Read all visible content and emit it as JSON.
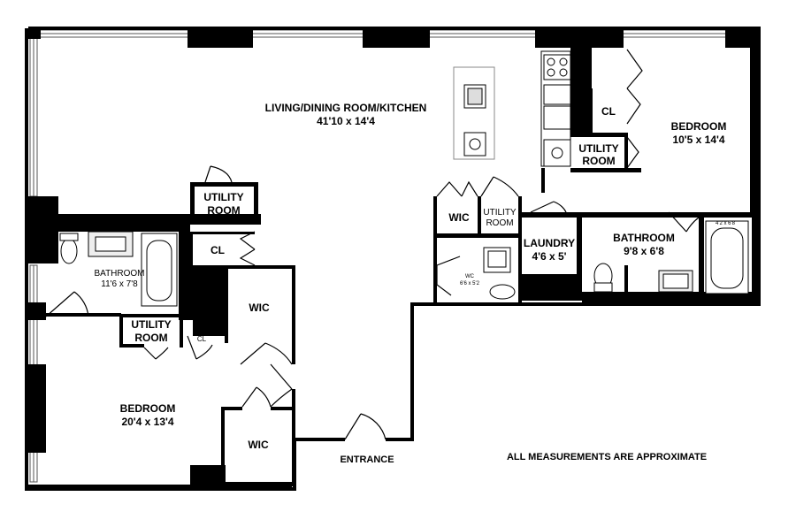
{
  "floorplan": {
    "rooms": {
      "living": {
        "name": "LIVING/DINING ROOM/KITCHEN",
        "dims": "41'10 x 14'4"
      },
      "bedroom_right": {
        "name": "BEDROOM",
        "dims": "10'5 x 14'4"
      },
      "bedroom_left": {
        "name": "BEDROOM",
        "dims": "20'4 x 13'4"
      },
      "bathroom_left": {
        "name": "BATHROOM",
        "dims": "11'6 x 7'8"
      },
      "bathroom_right": {
        "name": "BATHROOM",
        "dims": "9'8 x 6'8",
        "tub_dims": "4'2 x 6'8"
      },
      "laundry": {
        "name": "LAUNDRY",
        "dims": "4'6 x 5'"
      },
      "wc": {
        "name": "WC",
        "dims": "6'6 x 5'2"
      },
      "utility_top_left": {
        "line1": "UTILITY",
        "line2": "ROOM"
      },
      "utility_mid_left": {
        "line1": "UTILITY",
        "line2": "ROOM"
      },
      "utility_right": {
        "line1": "UTILITY",
        "line2": "ROOM"
      },
      "utility_center": {
        "line1": "UTILITY",
        "line2": "ROOM"
      },
      "cl_right": "CL",
      "cl_left": "CL",
      "cl_small": "CL",
      "wic_center": "WIC",
      "wic_left_top": "WIC",
      "wic_left_bottom": "WIC"
    },
    "entrance": "ENTRANCE",
    "disclaimer": "ALL MEASUREMENTS ARE APPROXIMATE"
  }
}
